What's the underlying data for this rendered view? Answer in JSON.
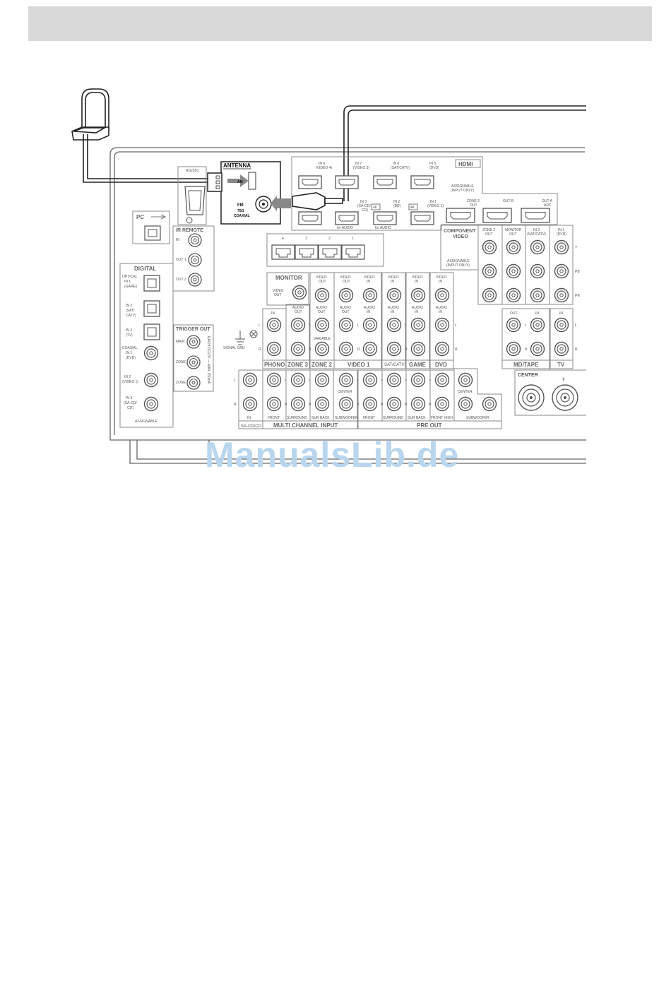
{
  "antenna": {
    "title": "ANTENNA",
    "am": "AM",
    "fm": "FM",
    "fm_impedance": "75Ω",
    "fm_type": "COAXIAL"
  },
  "rs232c": "RS232C",
  "pc": "PC",
  "ir_remote": {
    "title": "IR REMOTE",
    "in": "IN",
    "out1": "OUT 1",
    "out2": "OUT 2"
  },
  "digital": {
    "title": "DIGITAL",
    "optical_in1": [
      "OPTICAL",
      "IN 1",
      "(GAME)"
    ],
    "optical_in2": [
      "IN 2",
      "(SAT/",
      "CATV)"
    ],
    "optical_in3": [
      "IN 3",
      "(TV)"
    ],
    "coaxial_in1": [
      "COAXIAL",
      "IN 1",
      "(DVD)"
    ],
    "coaxial_in2": [
      "IN 2",
      "(VIDEO 1)"
    ],
    "coaxial_in3": [
      "IN 3",
      "(SA-CD/",
      "CD)"
    ],
    "assignable": "ASSIGNABLE"
  },
  "trigger_out": {
    "title": "TRIGGER OUT",
    "main": "MAIN",
    "zone2": "ZONE 2",
    "zone3": "ZONE 3",
    "side": "EACH DC12V — MAX 150mA"
  },
  "signal_gnd": "SIGNAL GND",
  "hdmi": {
    "title": "HDMI",
    "assignable": [
      "ASSIGNABLE",
      "(INPUT ONLY)"
    ],
    "in6": [
      "IN 6",
      "(VIDEO 4)"
    ],
    "in7": [
      "IN 7",
      "(VIDEO 3)"
    ],
    "in5_sat": [
      "IN 6",
      "(SAT/CATV)"
    ],
    "in5_dvd": [
      "IN 5",
      "(DVD)"
    ],
    "in3": [
      "IN 3",
      "(SA-CD/",
      "CD)"
    ],
    "in2": [
      "IN 2",
      "(BD)"
    ],
    "in1": [
      "IN 1",
      "(VIDEO 1)"
    ],
    "zone2out": [
      "ZONE 2",
      "OUT"
    ],
    "outb": "OUT B",
    "outa": [
      "OUT A",
      "ARC"
    ],
    "for_audio": "for AUDIO",
    "badge_4k": "4K"
  },
  "lan_ports": [
    "4",
    "3",
    "2",
    "1"
  ],
  "component_video": {
    "title": [
      "COMPONENT",
      "VIDEO"
    ],
    "assignable": [
      "ASSIGNABLE",
      "(INPUT ONLY)"
    ],
    "zone2out": [
      "ZONE 2",
      "OUT"
    ],
    "monitor_out": [
      "MONITOR",
      "OUT"
    ],
    "in2": [
      "IN 2",
      "(SAT/CATV)"
    ],
    "in1": [
      "IN 1",
      "(DVD)"
    ],
    "y": "Y",
    "pb": "PB",
    "pr": "PR"
  },
  "monitor": {
    "title": "MONITOR",
    "video_out": [
      "VIDEO",
      "OUT"
    ]
  },
  "analog": {
    "video_out": [
      "VIDEO",
      "OUT"
    ],
    "video_in": [
      "VIDEO",
      "IN"
    ],
    "audio_out": [
      "AUDIO",
      "OUT"
    ],
    "audio_in": [
      "AUDIO",
      "IN"
    ],
    "in": "IN",
    "out": "OUT",
    "variable": "VARIABLE",
    "l": "L",
    "r": "R"
  },
  "groups": {
    "phono": "PHONO",
    "zone3": "ZONE 3",
    "zone2": "ZONE 2",
    "video1": "VIDEO 1",
    "satcatv": "SAT/CATV",
    "game": "GAME",
    "dvd": "DVD",
    "mdtape": "MD/TAPE",
    "tv": "TV"
  },
  "multi_channel": {
    "title": "MULTI CHANNEL INPUT",
    "sacd_in": "IN",
    "sacd": "SA-CD/CD",
    "front": "FRONT",
    "surround": "SURROUND",
    "sur_back": "SUR BACK",
    "subwoofer": "SUBWOOFER",
    "center": "CENTER"
  },
  "pre_out": {
    "title": "PRE OUT",
    "front": "FRONT",
    "surround": "SURROUND",
    "sur_back": "SUR BACK",
    "front_high": "FRONT HIGH",
    "center": "CENTER",
    "subwoofer": "SUBWOOFER"
  },
  "speaker": {
    "center": "CENTER",
    "plus": "+"
  },
  "watermark": "ManualsLib.de"
}
